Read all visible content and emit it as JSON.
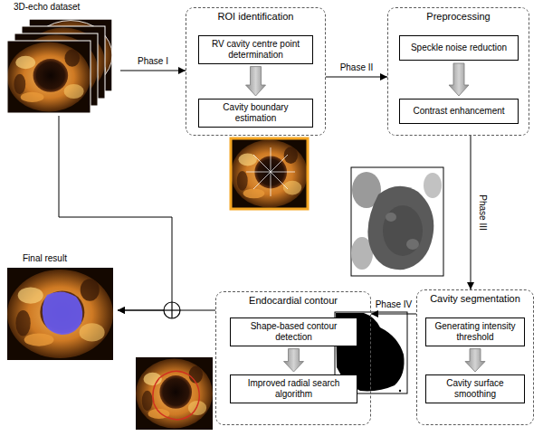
{
  "diagram": {
    "nodes": [
      {
        "text": [
          "3D-echo dataset"
        ]
      },
      {
        "text": [
          "ROI identification"
        ]
      },
      {
        "text": [
          "RV cavity centre point determination"
        ],
        "in": 1
      },
      {
        "text": [
          "Cavity boundary estimation"
        ],
        "in": 1
      },
      {
        "text": [
          "Preprocessing"
        ]
      },
      {
        "text": [
          "Speckle noise reduction"
        ],
        "in": 4
      },
      {
        "text": [
          "Contrast enhancement"
        ],
        "in": 4
      },
      {
        "text": [
          "Cavity segmentation"
        ]
      },
      {
        "text": [
          "Generating intensity threshold"
        ],
        "in": 7
      },
      {
        "text": [
          "Cavity surface smoothing"
        ],
        "in": 7
      },
      {
        "text": [
          "Endocardial contour"
        ]
      },
      {
        "text": [
          "Shape-based contour detection"
        ],
        "in": 10
      },
      {
        "text": [
          "Improved radial search algorithm"
        ],
        "in": 10
      },
      {
        "text": [
          "Final result"
        ]
      }
    ],
    "edges": [
      {
        "from": 0,
        "to": 1,
        "label": "Phase I",
        "arrow": "to"
      },
      {
        "from": 1,
        "to": 4,
        "label": "Phase II",
        "arrow": "to"
      },
      {
        "from": 4,
        "to": 7,
        "label": "Phase III",
        "arrow": "to"
      },
      {
        "from": 7,
        "to": 10,
        "label": "Phase IV",
        "arrow": "to"
      },
      {
        "from": 10,
        "to": 13,
        "arrow": "to"
      },
      {
        "from": 0,
        "to": 13,
        "arrow": "to"
      },
      {
        "from": 2,
        "to": 3,
        "arrow": "to"
      },
      {
        "from": 5,
        "to": 6,
        "arrow": "to"
      },
      {
        "from": 8,
        "to": 9,
        "arrow": "to"
      },
      {
        "from": 11,
        "to": 12,
        "arrow": "to"
      }
    ]
  }
}
